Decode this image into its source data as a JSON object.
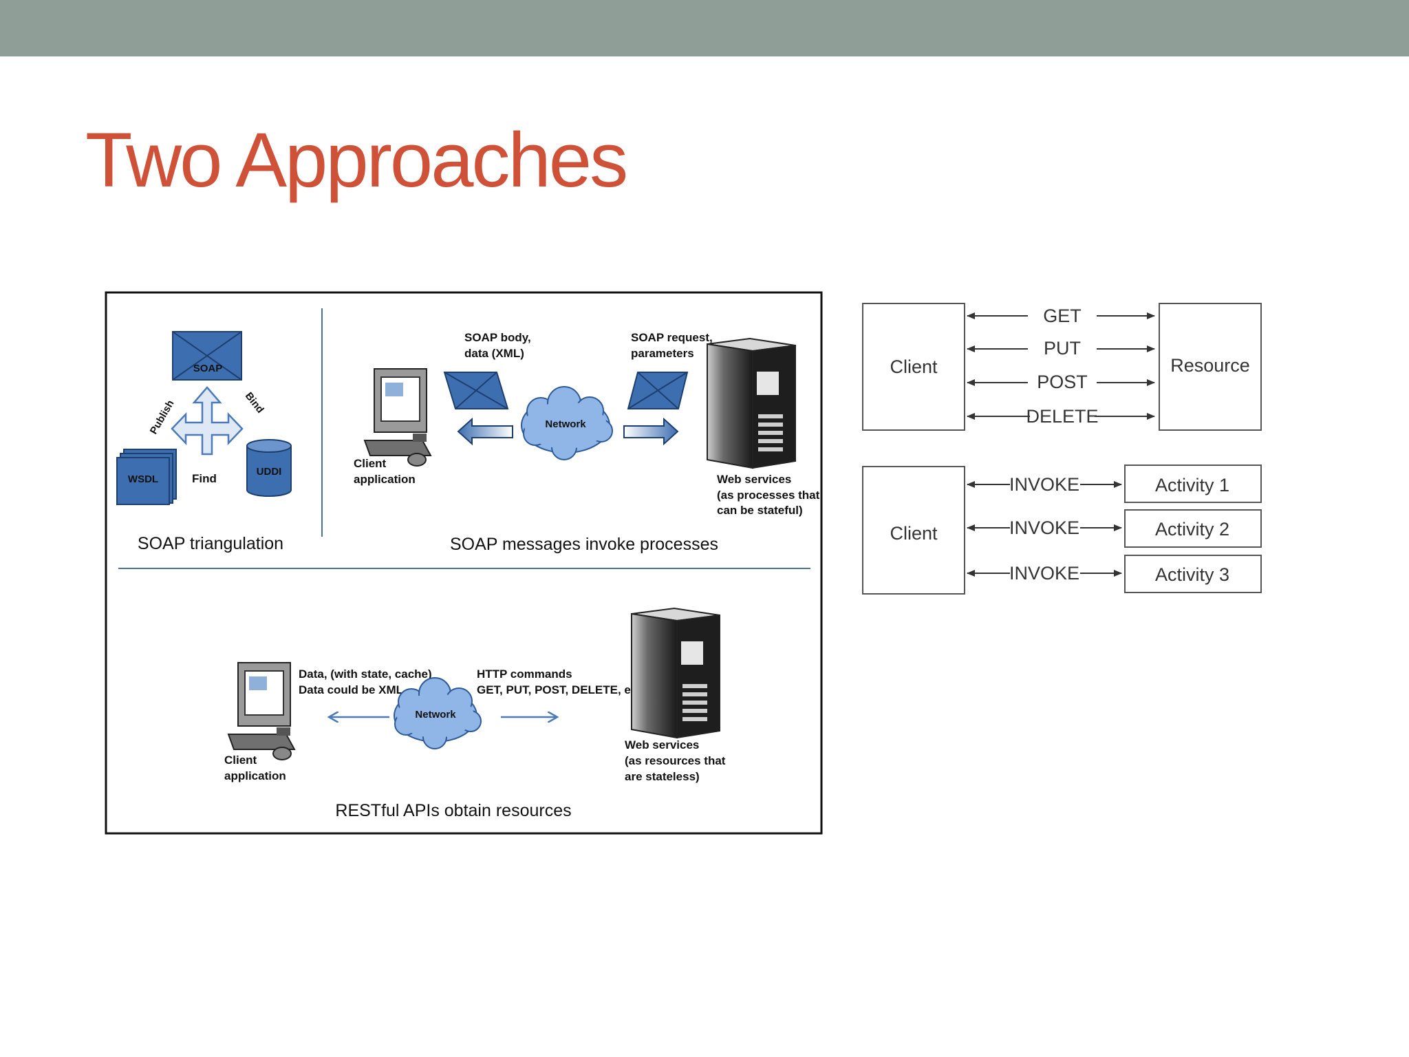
{
  "slide": {
    "title": "Two Approaches"
  },
  "soap_panel": {
    "triangulation": {
      "soap_label": "SOAP",
      "publish_label": "Publish",
      "bind_label": "Bind",
      "find_label": "Find",
      "wsdl_label": "WSDL",
      "uddi_label": "UDDI",
      "caption": "SOAP triangulation"
    },
    "messages": {
      "body_label_1": "SOAP body,",
      "body_label_2": "data (XML)",
      "request_label_1": "SOAP request,",
      "request_label_2": "parameters",
      "network_label": "Network",
      "client_label_1": "Client",
      "client_label_2": "application",
      "server_label_1": "Web services",
      "server_label_2": "(as processes that",
      "server_label_3": "can be stateful)",
      "caption": "SOAP messages invoke processes"
    }
  },
  "rest_panel": {
    "data_label_1": "Data, (with state, cache)",
    "data_label_2": "Data could be XML",
    "http_label_1": "HTTP commands",
    "http_label_2": "GET, PUT, POST, DELETE, etc.",
    "network_label": "Network",
    "client_label_1": "Client",
    "client_label_2": "application",
    "server_label_1": "Web services",
    "server_label_2": "(as resources that",
    "server_label_3": "are stateless)",
    "caption": "RESTful APIs obtain resources"
  },
  "rest_diagram": {
    "client_label": "Client",
    "resource_label": "Resource",
    "methods": [
      "GET",
      "PUT",
      "POST",
      "DELETE"
    ]
  },
  "rpc_diagram": {
    "client_label": "Client",
    "invoke_label": "INVOKE",
    "activities": [
      "Activity 1",
      "Activity 2",
      "Activity 3"
    ]
  }
}
